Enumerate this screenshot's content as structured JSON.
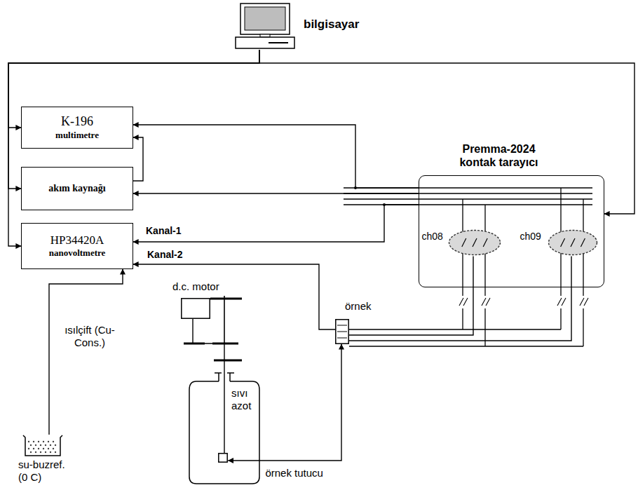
{
  "diagram": {
    "nodes": [
      {
        "text": [
          "bilgisayar"
        ]
      },
      {
        "text": [
          "K-196",
          "multimetre"
        ]
      },
      {
        "text": [
          "akım kaynağı"
        ]
      },
      {
        "text": [
          "HP34420A",
          "nanovoltmetre"
        ]
      },
      {
        "text": [
          "Premma-2024 kontak tarayıcı"
        ]
      },
      {
        "text": [
          "ch08"
        ],
        "in": 4
      },
      {
        "text": [
          "ch09"
        ],
        "in": 4
      },
      {
        "text": [
          "örnek"
        ]
      },
      {
        "text": [
          "d.c. motor"
        ]
      },
      {
        "text": [
          "sıvı azot"
        ]
      },
      {
        "text": [
          "örnek tutucu"
        ],
        "in": 9
      },
      {
        "text": [
          "su-buzref. (0 C)"
        ]
      }
    ],
    "edges": [
      {
        "from": 0,
        "to": 1,
        "arrow": "to"
      },
      {
        "from": 0,
        "to": 2,
        "arrow": "to"
      },
      {
        "from": 0,
        "to": 3,
        "arrow": "to"
      },
      {
        "from": 0,
        "to": 4,
        "arrow": "to"
      },
      {
        "from": 4,
        "to": 1,
        "arrow": "to"
      },
      {
        "from": 4,
        "to": 2,
        "arrow": "to"
      },
      {
        "from": 4,
        "to": 3,
        "label": "Kanal-1",
        "arrow": "to"
      },
      {
        "from": 2,
        "to": 1,
        "arrow": "to"
      },
      {
        "from": 7,
        "to": 3,
        "label": "Kanal-2",
        "arrow": "to"
      },
      {
        "from": 11,
        "to": 3,
        "arrow": "to"
      },
      {
        "from": 5,
        "to": 7,
        "arrow": "none"
      },
      {
        "from": 6,
        "to": 7,
        "arrow": "none"
      },
      {
        "from": 8,
        "to": 10,
        "arrow": "none"
      },
      {
        "from": 10,
        "to": 7,
        "arrow": "both"
      }
    ],
    "labels": [
      "ısılçift (Cu-Cons.)"
    ]
  }
}
